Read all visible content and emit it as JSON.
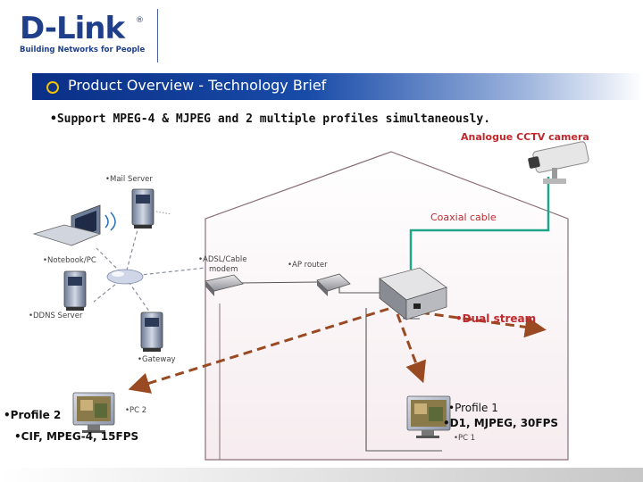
{
  "logo": {
    "brand": "D-Link",
    "registered": "®",
    "tagline": "Building Networks for People"
  },
  "header": {
    "title": "Product Overview  - Technology Brief"
  },
  "headline": "•Support  MPEG-4 & MJPEG and 2 multiple profiles simultaneously.",
  "diagram": {
    "camera_label": "Analogue CCTV camera",
    "mail_server": "•Mail Server",
    "coaxial_cable": "Coaxial cable",
    "notebook": "•Notebook/PC",
    "modem_line1": "•ADSL/Cable",
    "modem_line2": "modem",
    "ap_router": "•AP router",
    "ddns_server": "•DDNS Server",
    "dual_stream": "•Dual stream",
    "gateway": "•Gateway",
    "profile2": "•Profile 2",
    "pc2": "•PC 2",
    "cif": "•CIF, MPEG-4, 15FPS",
    "profile1": "•Profile 1",
    "d1": "•D1, MJPEG, 30FPS",
    "pc1": "•PC 1"
  },
  "colors": {
    "brand_blue": "#1f3f8a",
    "band_blue": "#0a2f86",
    "accent_red": "#c0282c",
    "arrow_brown": "#9a4a22",
    "cable_teal": "#20a58a",
    "house_outline": "#8a6d7b"
  }
}
